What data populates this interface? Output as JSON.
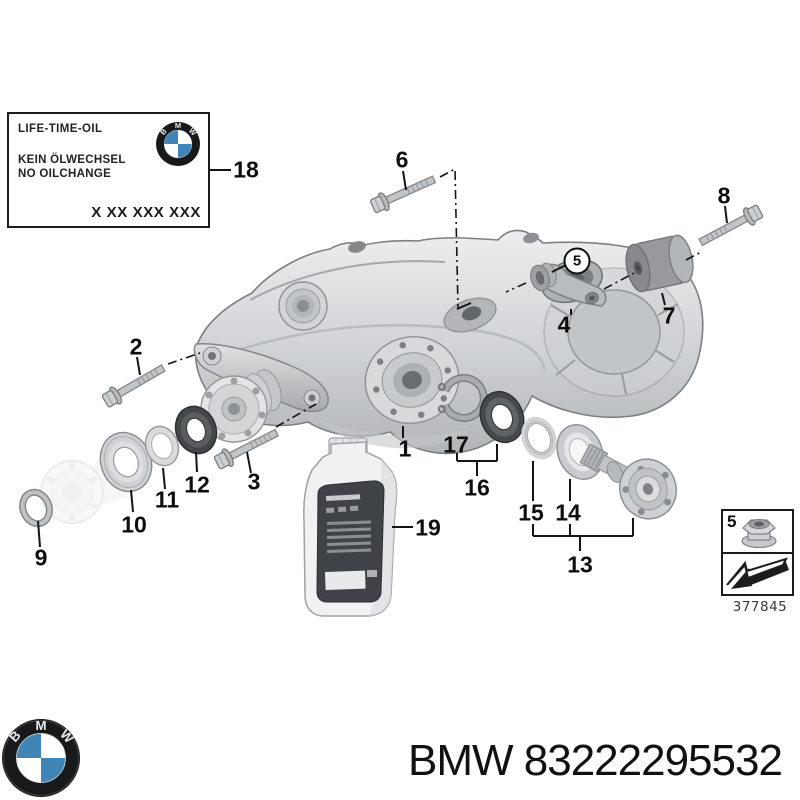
{
  "oil_plate": {
    "title": "LIFE-TIME-OIL",
    "line_de": "KEIN ÖLWECHSEL",
    "line_en": "NO OILCHANGE",
    "code": "X XX XXX XXX"
  },
  "callouts": {
    "c1": "1",
    "c2": "2",
    "c3": "3",
    "c4": "4",
    "c5": "5",
    "c6": "6",
    "c7": "7",
    "c8": "8",
    "c9": "9",
    "c10": "10",
    "c11": "11",
    "c12": "12",
    "c13": "13",
    "c14": "14",
    "c15": "15",
    "c16": "16",
    "c17": "17",
    "c18": "18",
    "c19": "19"
  },
  "inset_box": {
    "ref": "5",
    "diagram_number": "377845"
  },
  "footer": {
    "part_text": "BMW 83222295532"
  },
  "brand": {
    "letters": [
      "B",
      "M",
      "W"
    ],
    "roundel_blue": "#3f85b8",
    "roundel_black": "#17191b"
  }
}
